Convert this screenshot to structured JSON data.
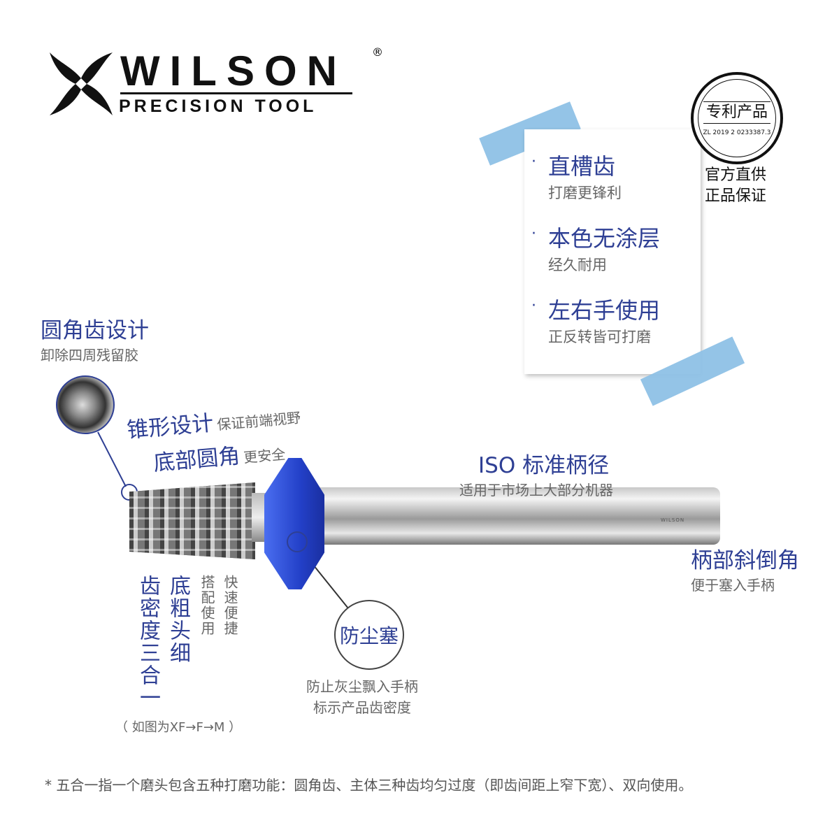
{
  "brand": {
    "name": "WILSON",
    "registered": "®",
    "tagline": "PRECISION TOOL"
  },
  "badge": {
    "title": "专利产品",
    "patent": "ZL 2019 2 0233387.3",
    "line1": "官方直供",
    "line2": "正品保证"
  },
  "features": [
    {
      "title": "直槽齿",
      "sub": "打磨更锋利"
    },
    {
      "title": "本色无涂层",
      "sub": "经久耐用"
    },
    {
      "title": "左右手使用",
      "sub": "正反转皆可打磨"
    }
  ],
  "callouts": {
    "round_tooth": {
      "title": "圆角齿设计",
      "sub": "卸除四周残留胶"
    },
    "cone": {
      "title": "锥形设计",
      "sub": "保证前端视野"
    },
    "base": {
      "title": "底部圆角",
      "sub": "更安全"
    },
    "iso": {
      "title": "ISO 标准柄径",
      "sub": "适用于市场上大部分机器"
    },
    "chamfer": {
      "title": "柄部斜倒角",
      "sub": "便于塞入手柄"
    },
    "density": {
      "col1": "齿密度三合一",
      "col2": "底粗头细",
      "col3": "搭配使用",
      "col4": "快速便捷",
      "note": "（ 如图为XF→F→M ）"
    },
    "dust": {
      "title": "防尘塞",
      "sub1": "防止灰尘飘入手柄",
      "sub2": "标示产品齿密度"
    }
  },
  "footnote": "* 五合一指一个磨头包含五种打磨功能：圆角齿、主体三种齿均匀过度（即齿间距上窄下宽）、双向使用。",
  "colors": {
    "accent": "#2e3f94",
    "tape": "#8ec1e6",
    "stopper": "#2f4fd0"
  }
}
